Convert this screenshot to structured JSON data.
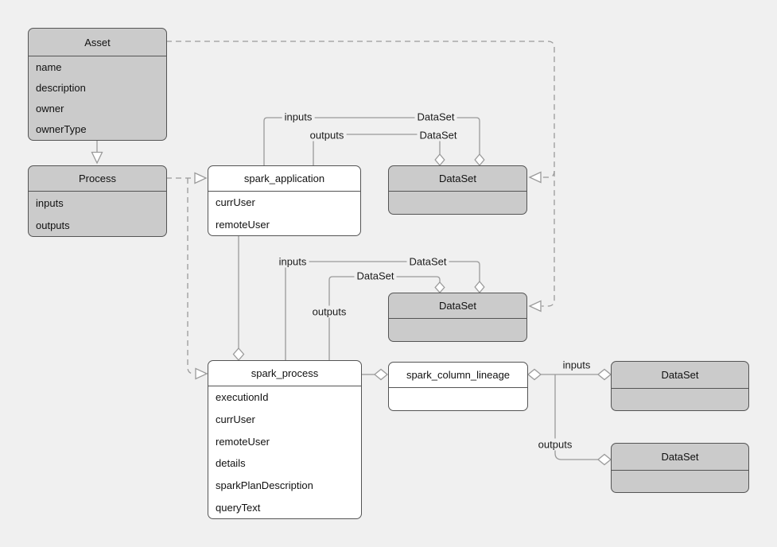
{
  "diagram": {
    "kind": "uml-entity-diagram",
    "colors": {
      "canvas_background": "#f0f0f0",
      "entity_gray_fill": "#cbcbcb",
      "entity_white_fill": "#ffffff",
      "entity_border": "#545454",
      "edge_stroke": "#9a9a9a",
      "text": "#111111"
    }
  },
  "entities": {
    "asset": {
      "title": "Asset",
      "attributes": [
        "name",
        "description",
        "owner",
        "ownerType"
      ]
    },
    "process": {
      "title": "Process",
      "attributes": [
        "inputs",
        "outputs"
      ]
    },
    "spark_application": {
      "title": "spark_application",
      "attributes": [
        "currUser",
        "remoteUser"
      ]
    },
    "dataset_top": {
      "title": "DataSet"
    },
    "dataset_middle": {
      "title": "DataSet"
    },
    "spark_process": {
      "title": "spark_process",
      "attributes": [
        "executionId",
        "currUser",
        "remoteUser",
        "details",
        "sparkPlanDescription",
        "queryText"
      ]
    },
    "spark_column_lineage": {
      "title": "spark_column_lineage"
    },
    "dataset_right_top": {
      "title": "DataSet"
    },
    "dataset_right_bottom": {
      "title": "DataSet"
    }
  },
  "edges": {
    "spark_application_inputs": {
      "label": "inputs",
      "type": "DataSet"
    },
    "spark_application_outputs": {
      "label": "outputs",
      "type": "DataSet"
    },
    "spark_process_inputs": {
      "label": "inputs",
      "type": "DataSet"
    },
    "spark_process_outputs": {
      "label": "outputs",
      "type": "DataSet"
    },
    "spark_column_lineage_inputs": {
      "label": "inputs"
    },
    "spark_column_lineage_outputs": {
      "label": "outputs"
    }
  }
}
